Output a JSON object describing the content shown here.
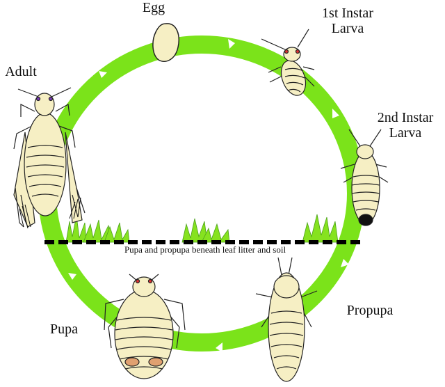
{
  "title": "Thrips life cycle",
  "stages": {
    "egg": "Egg",
    "larva1_line1": "1st Instar",
    "larva1_line2": "Larva",
    "larva2_line1": "2nd Instar",
    "larva2_line2": "Larva",
    "propupa": "Propupa",
    "pupa": "Pupa",
    "adult": "Adult"
  },
  "soil_caption": "Pupa and propupa beneath leaf litter and soil",
  "colors": {
    "ring": "#7be31a",
    "arrow": "#ffffff",
    "body": "#f6efc4",
    "outline": "#222222",
    "grass": "#86e21f",
    "divider": "#000000"
  },
  "icons": [
    "egg-icon",
    "first-instar-larva-icon",
    "second-instar-larva-icon",
    "propupa-icon",
    "pupa-icon",
    "adult-thrips-icon",
    "grass-icon"
  ]
}
